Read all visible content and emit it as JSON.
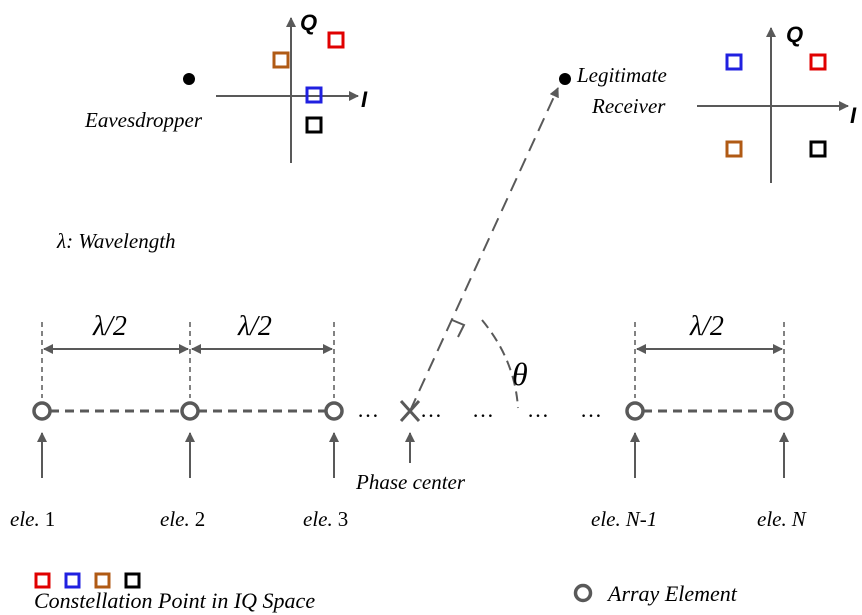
{
  "labels": {
    "wavelength_sym": "λ",
    "wavelength_text": ": Wavelength",
    "half_wavelength": "λ/2",
    "theta": "θ",
    "eavesdropper": "Eavesdropper",
    "legit_line1": "Legitimate",
    "legit_line2": "Receiver",
    "axis_q": "Q",
    "axis_i": "I",
    "phase_center": "Phase center",
    "dots": "…"
  },
  "elements": [
    {
      "prefix": "ele.",
      "index": "1"
    },
    {
      "prefix": "ele.",
      "index": "2"
    },
    {
      "prefix": "ele.",
      "index": "3"
    },
    {
      "prefix": "ele.",
      "index": "N-1"
    },
    {
      "prefix": "ele.",
      "index": "N"
    }
  ],
  "legend": {
    "constellation": "Constellation Point in IQ Space",
    "array_element": "Array Element"
  },
  "colors": {
    "red": "#e00000",
    "blue": "#2020e0",
    "brown": "#b05a14",
    "black": "#000000",
    "gray": "#595959"
  }
}
